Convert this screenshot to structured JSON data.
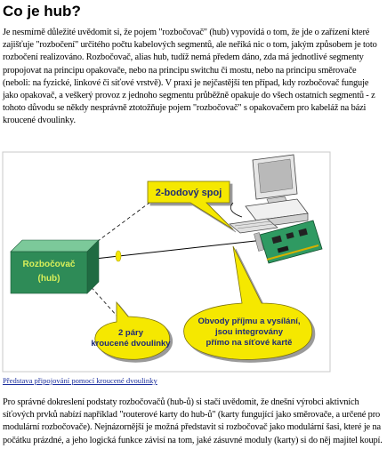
{
  "page": {
    "title": "Co je hub?",
    "paragraph1": "Je nesmírně důležité uvědomit si, že pojem \"rozbočovač\" (hub) vypovídá o tom, že jde o zařízení které zajišťuje \"rozbočení\" určitého počtu kabelových segmentů, ale neříká nic o tom, jakým způsobem je toto rozbočení realizováno. Rozbočovač, alias hub, tudíž nemá předem dáno, zda má jednotlivé segmenty propojovat na principu opakovače, nebo na principu switchu či mostu, nebo na principu směrovače (neboli: na fyzické, linkové či síťové vrstvě). V praxi je nejčastější ten případ, kdy rozbočovač funguje jako opakovač, a veškerý provoz z jednoho segmentu průběžně opakuje do všech ostatních segmentů - z tohoto důvodu se někdy nesprávně ztotožňuje pojem \"rozbočovač\" s opakovačem pro kabeláž na bázi kroucené dvoulinky.",
    "caption": "Představa připojování pomocí kroucené dvoulinky",
    "paragraph2": "Pro správné dokreslení podstaty rozbočovačů (hub-ů) si stačí uvědomit, že dnešní výrobci aktivních síťových prvků nabízí například \"routerové karty do hub-ů\" (karty fungující jako směrovače, a určené pro modulární rozbočovače). Nejnázornější je možná představit si rozbočovač jako modulární šasi, které je na počátku prázdné, a jeho logická funkce závisí na tom, jaké zásuvné moduly (karty) si do něj majitel koupí."
  },
  "diagram": {
    "hub_label_1": "Rozbočovač",
    "hub_label_2": "(hub)",
    "callout_top": "2-bodový spoj",
    "callout_left_1": "2 páry",
    "callout_left_2": "kroucené dvoulinky",
    "callout_right_1": "Obvody příjmu a vysílání,",
    "callout_right_2": "jsou integrovány",
    "callout_right_3": "přímo na síťové kartě"
  },
  "colors": {
    "hub_face": "#2e8b57",
    "hub_text": "#d8ef5a",
    "callout_fill": "#f5e800",
    "callout_text": "#1e2a78",
    "link": "#1b2e9e"
  }
}
